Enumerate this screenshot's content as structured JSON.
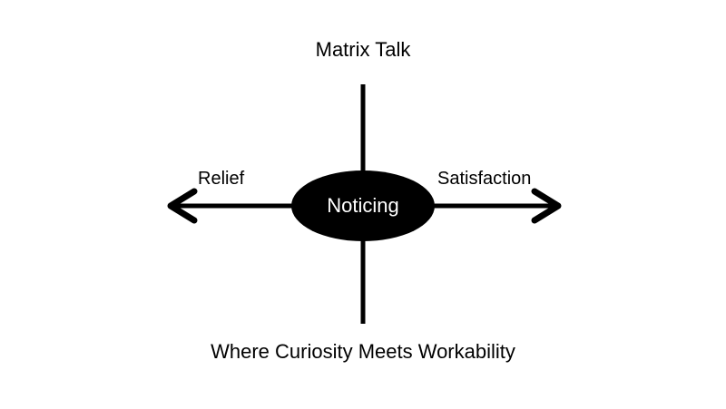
{
  "slide": {
    "title": "Matrix Talk",
    "caption": "Where Curiosity Meets Workability",
    "matrix": {
      "center_label": "Noticing",
      "left_label": "Relief",
      "right_label": "Satisfaction"
    },
    "colors": {
      "background": "#ffffff",
      "line": "#000000",
      "ellipse_fill": "#000000",
      "center_text": "#ffffff",
      "text": "#000000"
    }
  }
}
